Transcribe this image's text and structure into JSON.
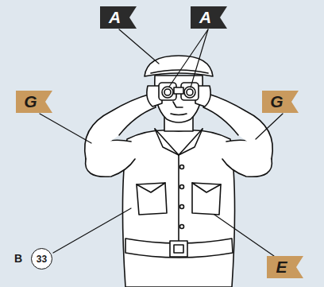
{
  "diagram": {
    "nodes": [
      {
        "text": [
          "A"
        ]
      },
      {
        "text": [
          "A"
        ]
      },
      {
        "text": [
          "G"
        ]
      },
      {
        "text": [
          "G"
        ]
      },
      {
        "text": [
          "33"
        ]
      },
      {
        "text": [
          "E"
        ]
      }
    ],
    "labels": [
      "B"
    ]
  }
}
